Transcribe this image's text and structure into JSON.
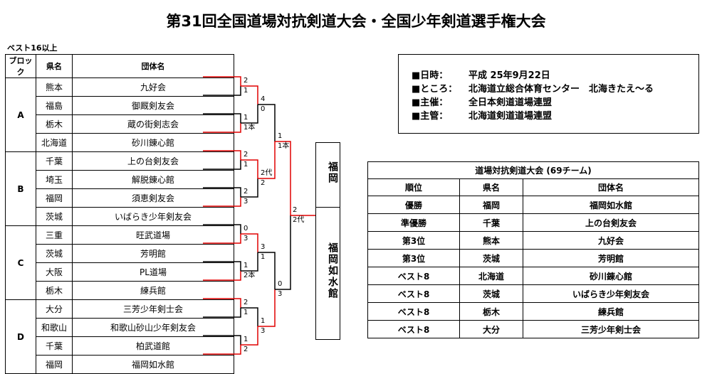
{
  "title": "第31回全国道場対抗剣道大会・全国少年剣道選手権大会",
  "best16_label": "ベスト16以上",
  "bracket": {
    "headers": {
      "block": "ブロック",
      "pref": "県名",
      "team": "団体名"
    },
    "blocks": [
      {
        "name": "A",
        "teams": [
          {
            "pref": "熊本",
            "name": "九好会"
          },
          {
            "pref": "福島",
            "name": "御厩剣友会"
          },
          {
            "pref": "栃木",
            "name": "蔵の街剣志会"
          },
          {
            "pref": "北海道",
            "name": "砂川錬心館"
          }
        ]
      },
      {
        "name": "B",
        "teams": [
          {
            "pref": "千葉",
            "name": "上の台剣友会"
          },
          {
            "pref": "埼玉",
            "name": "解脱錬心館"
          },
          {
            "pref": "福岡",
            "name": "須恵剣友会"
          },
          {
            "pref": "茨城",
            "name": "いばらき少年剣友会"
          }
        ]
      },
      {
        "name": "C",
        "teams": [
          {
            "pref": "三重",
            "name": "旺武道場"
          },
          {
            "pref": "茨城",
            "name": "芳明館"
          },
          {
            "pref": "大阪",
            "name": "PL道場"
          },
          {
            "pref": "栃木",
            "name": "練兵館"
          }
        ]
      },
      {
        "name": "D",
        "teams": [
          {
            "pref": "大分",
            "name": "三芳少年剣士会"
          },
          {
            "pref": "和歌山",
            "name": "和歌山砂山少年剣友会"
          },
          {
            "pref": "千葉",
            "name": "柏武道館"
          },
          {
            "pref": "福岡",
            "name": "福岡如水館"
          }
        ]
      }
    ],
    "scores": {
      "r1": [
        "2",
        "1",
        "1",
        "1本",
        "2",
        "1",
        "2",
        "3",
        "0",
        "3",
        "1",
        "2本",
        "2",
        "1",
        "1",
        "2"
      ],
      "r2": [
        "4",
        "0",
        "2代",
        "2",
        "3",
        "1",
        "1",
        "3"
      ],
      "r3": [
        "1",
        "1本",
        "0",
        "3"
      ],
      "final": [
        "2",
        "2代"
      ]
    },
    "champion_top": "福岡",
    "champion_bottom": "福岡如水館"
  },
  "info": {
    "rows": [
      {
        "key": "■日時：",
        "value": "平成 25年9月22日"
      },
      {
        "key": "■ところ：",
        "value": "北海道立総合体育センター　北海きたえ～る"
      },
      {
        "key": "■主催：",
        "value": "全日本剣道道場連盟"
      },
      {
        "key": "■主管：",
        "value": "北海道剣道道場連盟"
      }
    ]
  },
  "results": {
    "caption": "道場対抗剣道大会 (69チーム)",
    "headers": {
      "rank": "順位",
      "pref": "県名",
      "team": "団体名"
    },
    "rows": [
      {
        "rank": "優勝",
        "pref": "福岡",
        "team": "福岡如水館"
      },
      {
        "rank": "準優勝",
        "pref": "千葉",
        "team": "上の台剣友会"
      },
      {
        "rank": "第3位",
        "pref": "熊本",
        "team": "九好会"
      },
      {
        "rank": "第3位",
        "pref": "茨城",
        "team": "芳明館"
      },
      {
        "rank": "ベスト8",
        "pref": "北海道",
        "team": "砂川錬心館"
      },
      {
        "rank": "ベスト8",
        "pref": "茨城",
        "team": "いばらき少年剣友会"
      },
      {
        "rank": "ベスト8",
        "pref": "栃木",
        "team": "練兵館"
      },
      {
        "rank": "ベスト8",
        "pref": "大分",
        "team": "三芳少年剣士会"
      }
    ]
  },
  "colors": {
    "win_line": "#e00000",
    "line": "#000000"
  }
}
